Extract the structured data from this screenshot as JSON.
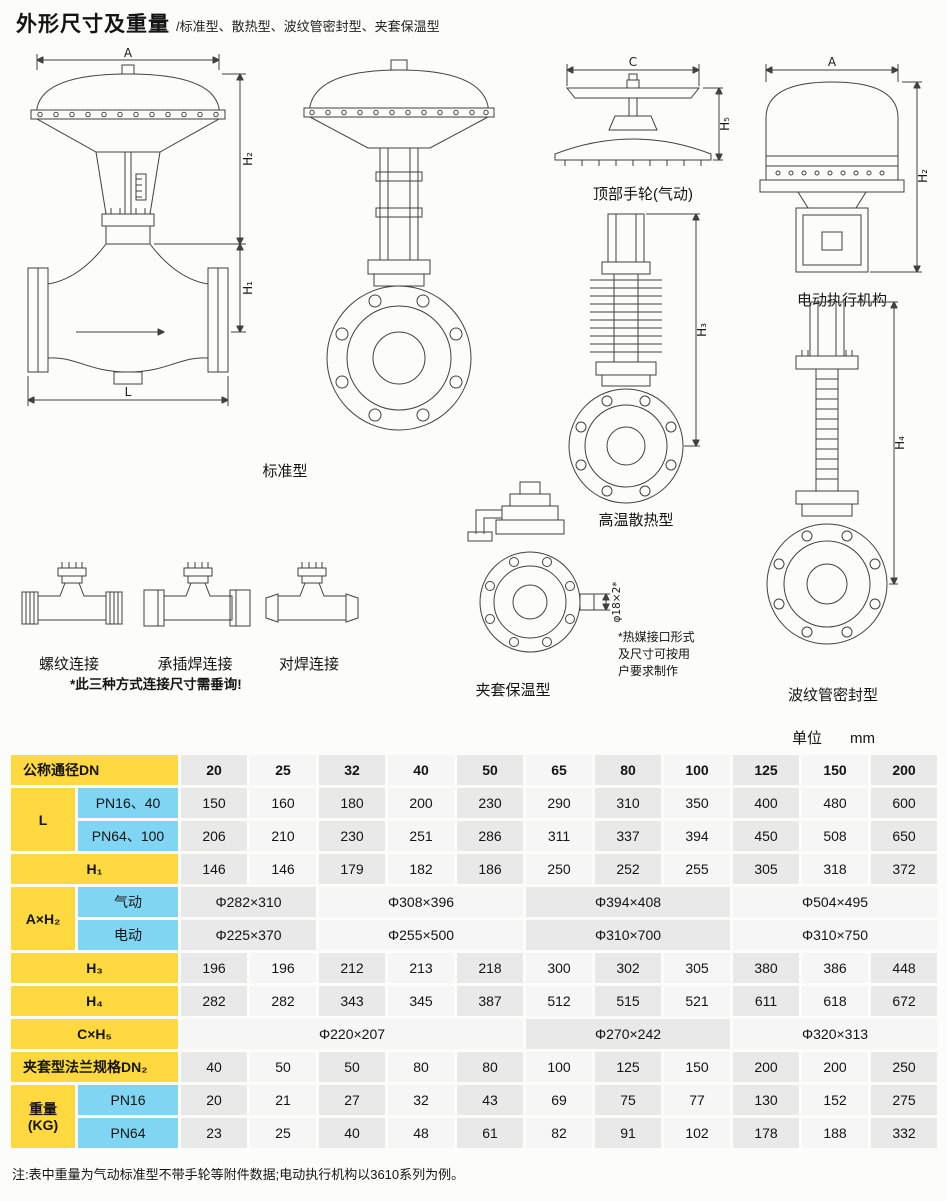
{
  "page": {
    "title": "外形尺寸及重量",
    "subtitle": "/标准型、散热型、波纹管密封型、夹套保温型",
    "footnote": "注:表中重量为气动标准型不带手轮等附件数据;电动执行机构以3610系列为例。"
  },
  "drawings": {
    "standard": {
      "label": "标准型",
      "dim_a": "A",
      "dim_h2": "H₂",
      "dim_h1": "H₁",
      "dim_l": "L"
    },
    "top_handwheel": {
      "label": "顶部手轮(气动)",
      "dim_c": "C",
      "dim_h5": "H₅"
    },
    "electric": {
      "label": "电动执行机构",
      "dim_a": "A",
      "dim_h2": "H₂"
    },
    "high_temp": {
      "label": "高温散热型",
      "dim_h3": "H₃"
    },
    "bellows": {
      "label": "波纹管密封型",
      "dim_h4": "H₄"
    },
    "jacket": {
      "label": "夹套保温型",
      "dim_port": "φ18×2*",
      "note": [
        "*热媒接口形式",
        "及尺寸可按用",
        "户要求制作"
      ]
    },
    "threaded": {
      "label": "螺纹连接"
    },
    "socket_weld": {
      "label": "承插焊连接"
    },
    "butt_weld": {
      "label": "对焊连接"
    },
    "connection_note": "*此三种方式连接尺寸需垂询!"
  },
  "table": {
    "unit_label": "单位",
    "unit_value": "mm",
    "dn": {
      "label": "公称通径DN",
      "values": [
        "20",
        "25",
        "32",
        "40",
        "50",
        "65",
        "80",
        "100",
        "125",
        "150",
        "200"
      ]
    },
    "l": {
      "label": "L",
      "rows": [
        {
          "sub": "PN16、40",
          "values": [
            "150",
            "160",
            "180",
            "200",
            "230",
            "290",
            "310",
            "350",
            "400",
            "480",
            "600"
          ]
        },
        {
          "sub": "PN64、100",
          "values": [
            "206",
            "210",
            "230",
            "251",
            "286",
            "311",
            "337",
            "394",
            "450",
            "508",
            "650"
          ]
        }
      ]
    },
    "h1": {
      "label": "H₁",
      "values": [
        "146",
        "146",
        "179",
        "182",
        "186",
        "250",
        "252",
        "255",
        "305",
        "318",
        "372"
      ]
    },
    "axh2": {
      "label": "A×H₂",
      "rows": [
        {
          "sub": "气动",
          "values": [
            "Φ282×310",
            "Φ308×396",
            "Φ394×408",
            "Φ504×495"
          ]
        },
        {
          "sub": "电动",
          "values": [
            "Φ225×370",
            "Φ255×500",
            "Φ310×700",
            "Φ310×750"
          ]
        }
      ],
      "spans": [
        2,
        3,
        3,
        3
      ]
    },
    "h3": {
      "label": "H₃",
      "values": [
        "196",
        "196",
        "212",
        "213",
        "218",
        "300",
        "302",
        "305",
        "380",
        "386",
        "448"
      ]
    },
    "h4": {
      "label": "H₄",
      "values": [
        "282",
        "282",
        "343",
        "345",
        "387",
        "512",
        "515",
        "521",
        "611",
        "618",
        "672"
      ]
    },
    "cxh5": {
      "label": "C×H₅",
      "values": [
        "Φ220×207",
        "Φ270×242",
        "Φ320×313"
      ],
      "spans": [
        5,
        3,
        3
      ]
    },
    "dn2": {
      "label": "夹套型法兰规格DN₂",
      "values": [
        "40",
        "50",
        "50",
        "80",
        "80",
        "100",
        "125",
        "150",
        "200",
        "200",
        "250"
      ]
    },
    "weight": {
      "label_line1": "重量",
      "label_line2": "(KG)",
      "rows": [
        {
          "sub": "PN16",
          "values": [
            "20",
            "21",
            "27",
            "32",
            "43",
            "69",
            "75",
            "77",
            "130",
            "152",
            "275"
          ]
        },
        {
          "sub": "PN64",
          "values": [
            "23",
            "25",
            "40",
            "48",
            "61",
            "82",
            "91",
            "102",
            "178",
            "188",
            "332"
          ]
        }
      ]
    }
  }
}
